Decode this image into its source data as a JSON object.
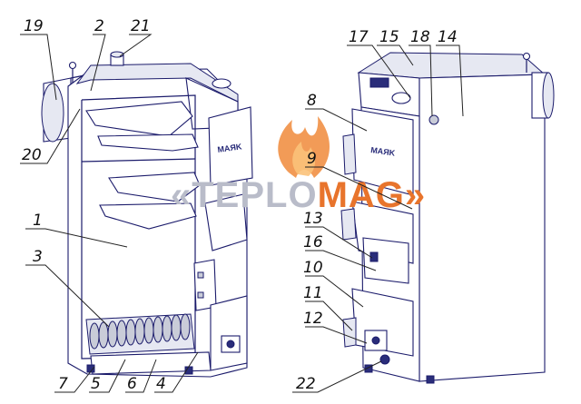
{
  "callouts": {
    "c1": "1",
    "c2": "2",
    "c3": "3",
    "c4": "4",
    "c5": "5",
    "c6": "6",
    "c7": "7",
    "c8": "8",
    "c9": "9",
    "c10": "10",
    "c11": "11",
    "c12": "12",
    "c13": "13",
    "c14": "14",
    "c15": "15",
    "c16": "16",
    "c17": "17",
    "c18": "18",
    "c19": "19",
    "c20": "20",
    "c21": "21",
    "c22": "22"
  },
  "door_brand": "MAЯK",
  "watermark": {
    "prefix": "«TEPLO",
    "suffix": "MAG»",
    "prefix_color": "#b9bcc9",
    "suffix_color": "#e8742c"
  },
  "colors": {
    "outline": "#1b1b6b",
    "flame_outer": "#f08a3a",
    "flame_inner": "#fbc27a"
  }
}
